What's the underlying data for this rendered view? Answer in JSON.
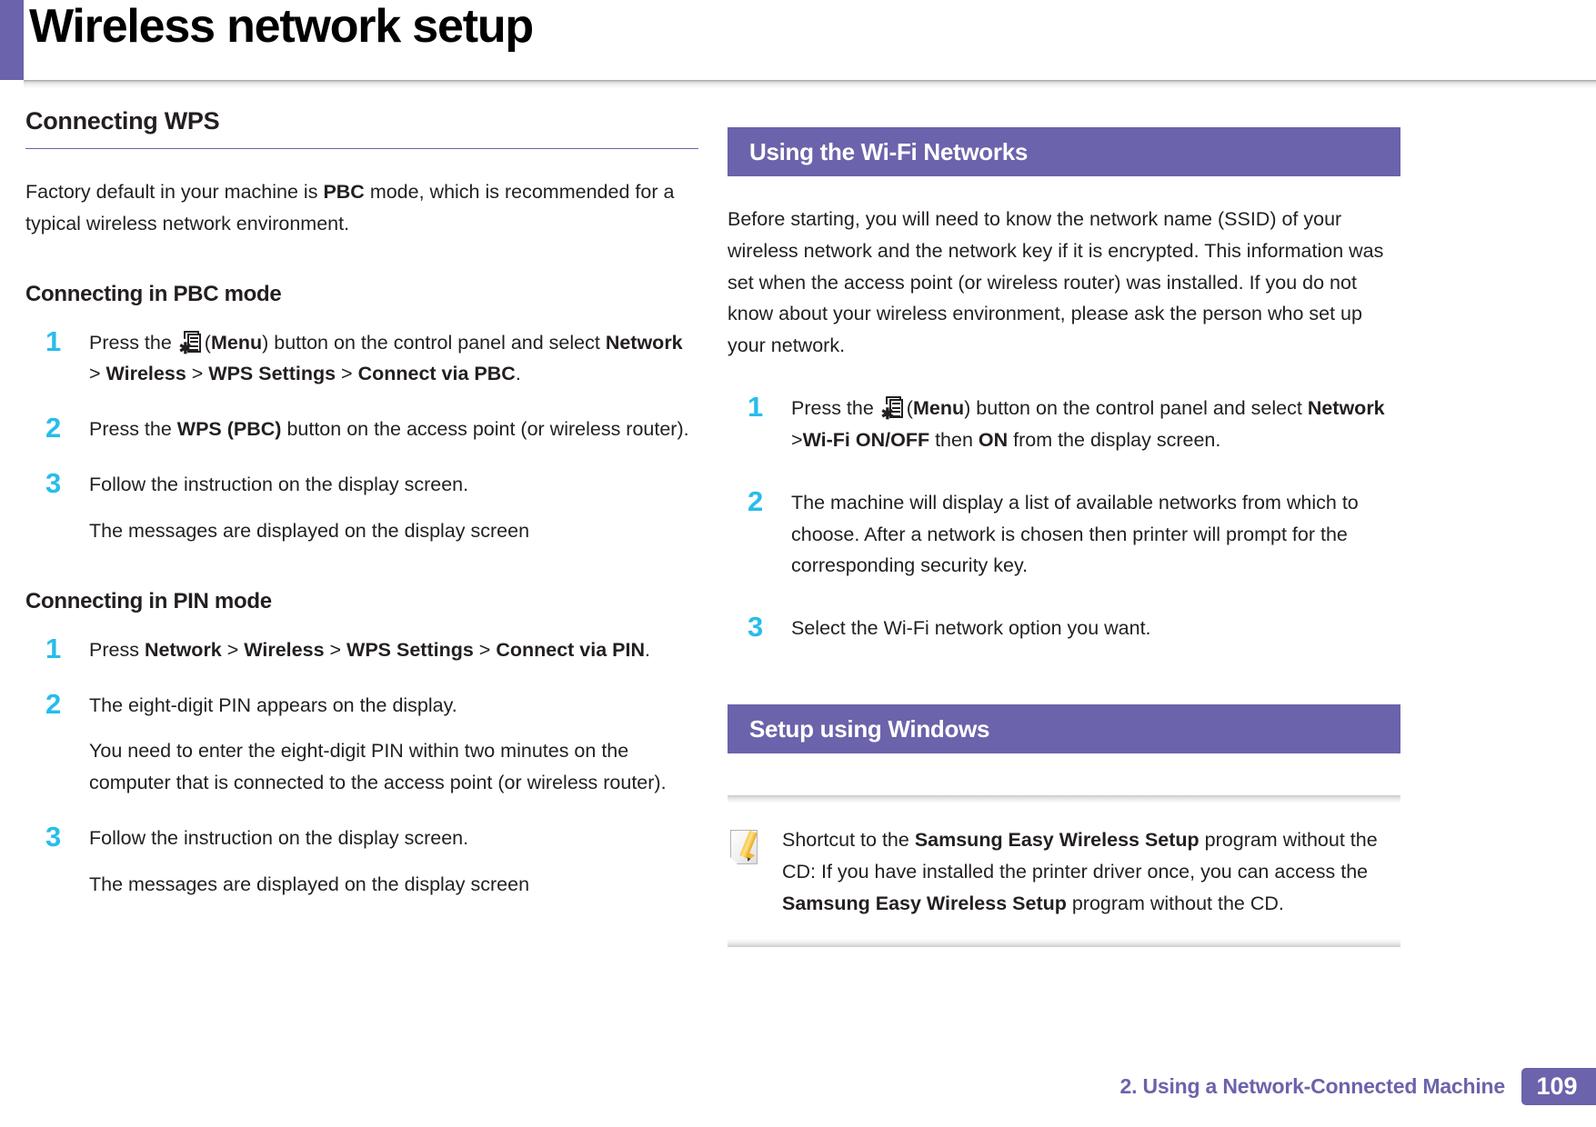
{
  "page": {
    "title": "Wireless network setup",
    "footer_chapter": "2.  Using a Network-Connected Machine",
    "footer_page_number": "109"
  },
  "colors": {
    "accent_purple": "#6b63ab",
    "step_number_cyan": "#27bdeb",
    "text": "#231f20",
    "bar_text": "#ffffff"
  },
  "left_column": {
    "heading": "Connecting WPS",
    "intro": {
      "part1": "Factory default in your machine is ",
      "bold1": "PBC",
      "part2": " mode, which is recommended for a typical wireless network environment."
    },
    "pbc": {
      "heading": "Connecting in PBC mode",
      "steps": [
        {
          "number": "1",
          "icon": "menu-icon",
          "t1": "Press the ",
          "t2": "(",
          "b1": "Menu",
          "t3": ") button on the control panel and select ",
          "b2": "Network",
          "t4": " > ",
          "b3": "Wireless",
          "t5": " > ",
          "b4": "WPS Settings",
          "t6": " > ",
          "b5": "Connect via PBC",
          "t7": "."
        },
        {
          "number": "2",
          "t1": "Press the ",
          "b1": "WPS (PBC)",
          "t2": " button on the access point (or wireless router)."
        },
        {
          "number": "3",
          "t1": "Follow the instruction on the display screen.",
          "sub": "The messages are displayed on the display screen"
        }
      ]
    },
    "pin": {
      "heading": "Connecting in PIN mode",
      "steps": [
        {
          "number": "1",
          "t1": "Press ",
          "b1": "Network",
          "t2": " > ",
          "b2": "Wireless ",
          "t3": " > ",
          "b3": "WPS Settings",
          "t4": " > ",
          "b4": "Connect via PIN",
          "t5": "."
        },
        {
          "number": "2",
          "t1": "The eight-digit PIN appears on the display.",
          "sub": "You need to enter the eight-digit PIN within two minutes on the computer that is connected to the access point (or wireless router)."
        },
        {
          "number": "3",
          "t1": "Follow the instruction on the display screen.",
          "sub": "The messages are displayed on the display screen"
        }
      ]
    }
  },
  "right_column": {
    "section_wifi": {
      "bar_label": "Using the Wi-Fi Networks",
      "intro": "Before starting, you will need to know the network name (SSID) of your wireless network and the network key if it is encrypted. This information was set when the access point (or wireless router) was installed. If you do not know about your wireless environment, please ask the person who set up your network.",
      "steps": [
        {
          "number": "1",
          "icon": "menu-icon",
          "t1": "Press the ",
          "t2": "(",
          "b1": "Menu",
          "t3": ") button on the control panel and select ",
          "b2": "Network",
          "t4": " >",
          "b3": "Wi-Fi ON/OFF",
          "t5": " then ",
          "b4": "ON",
          "t6": " from the display screen."
        },
        {
          "number": "2",
          "t1": "The machine will display a list of available networks from which to choose. After a network is chosen then printer will prompt for the corresponding security key."
        },
        {
          "number": "3",
          "t1": "Select the Wi-Fi network option you want."
        }
      ]
    },
    "section_windows": {
      "bar_label": "Setup using Windows",
      "note": {
        "icon": "note-pencil-icon",
        "t1": "Shortcut to the ",
        "b1": "Samsung Easy Wireless Setup",
        "t2": " program without the CD: If you have installed the printer driver once, you can access the ",
        "b2": "Samsung Easy Wireless Setup",
        "t3": " program without the CD."
      }
    }
  }
}
